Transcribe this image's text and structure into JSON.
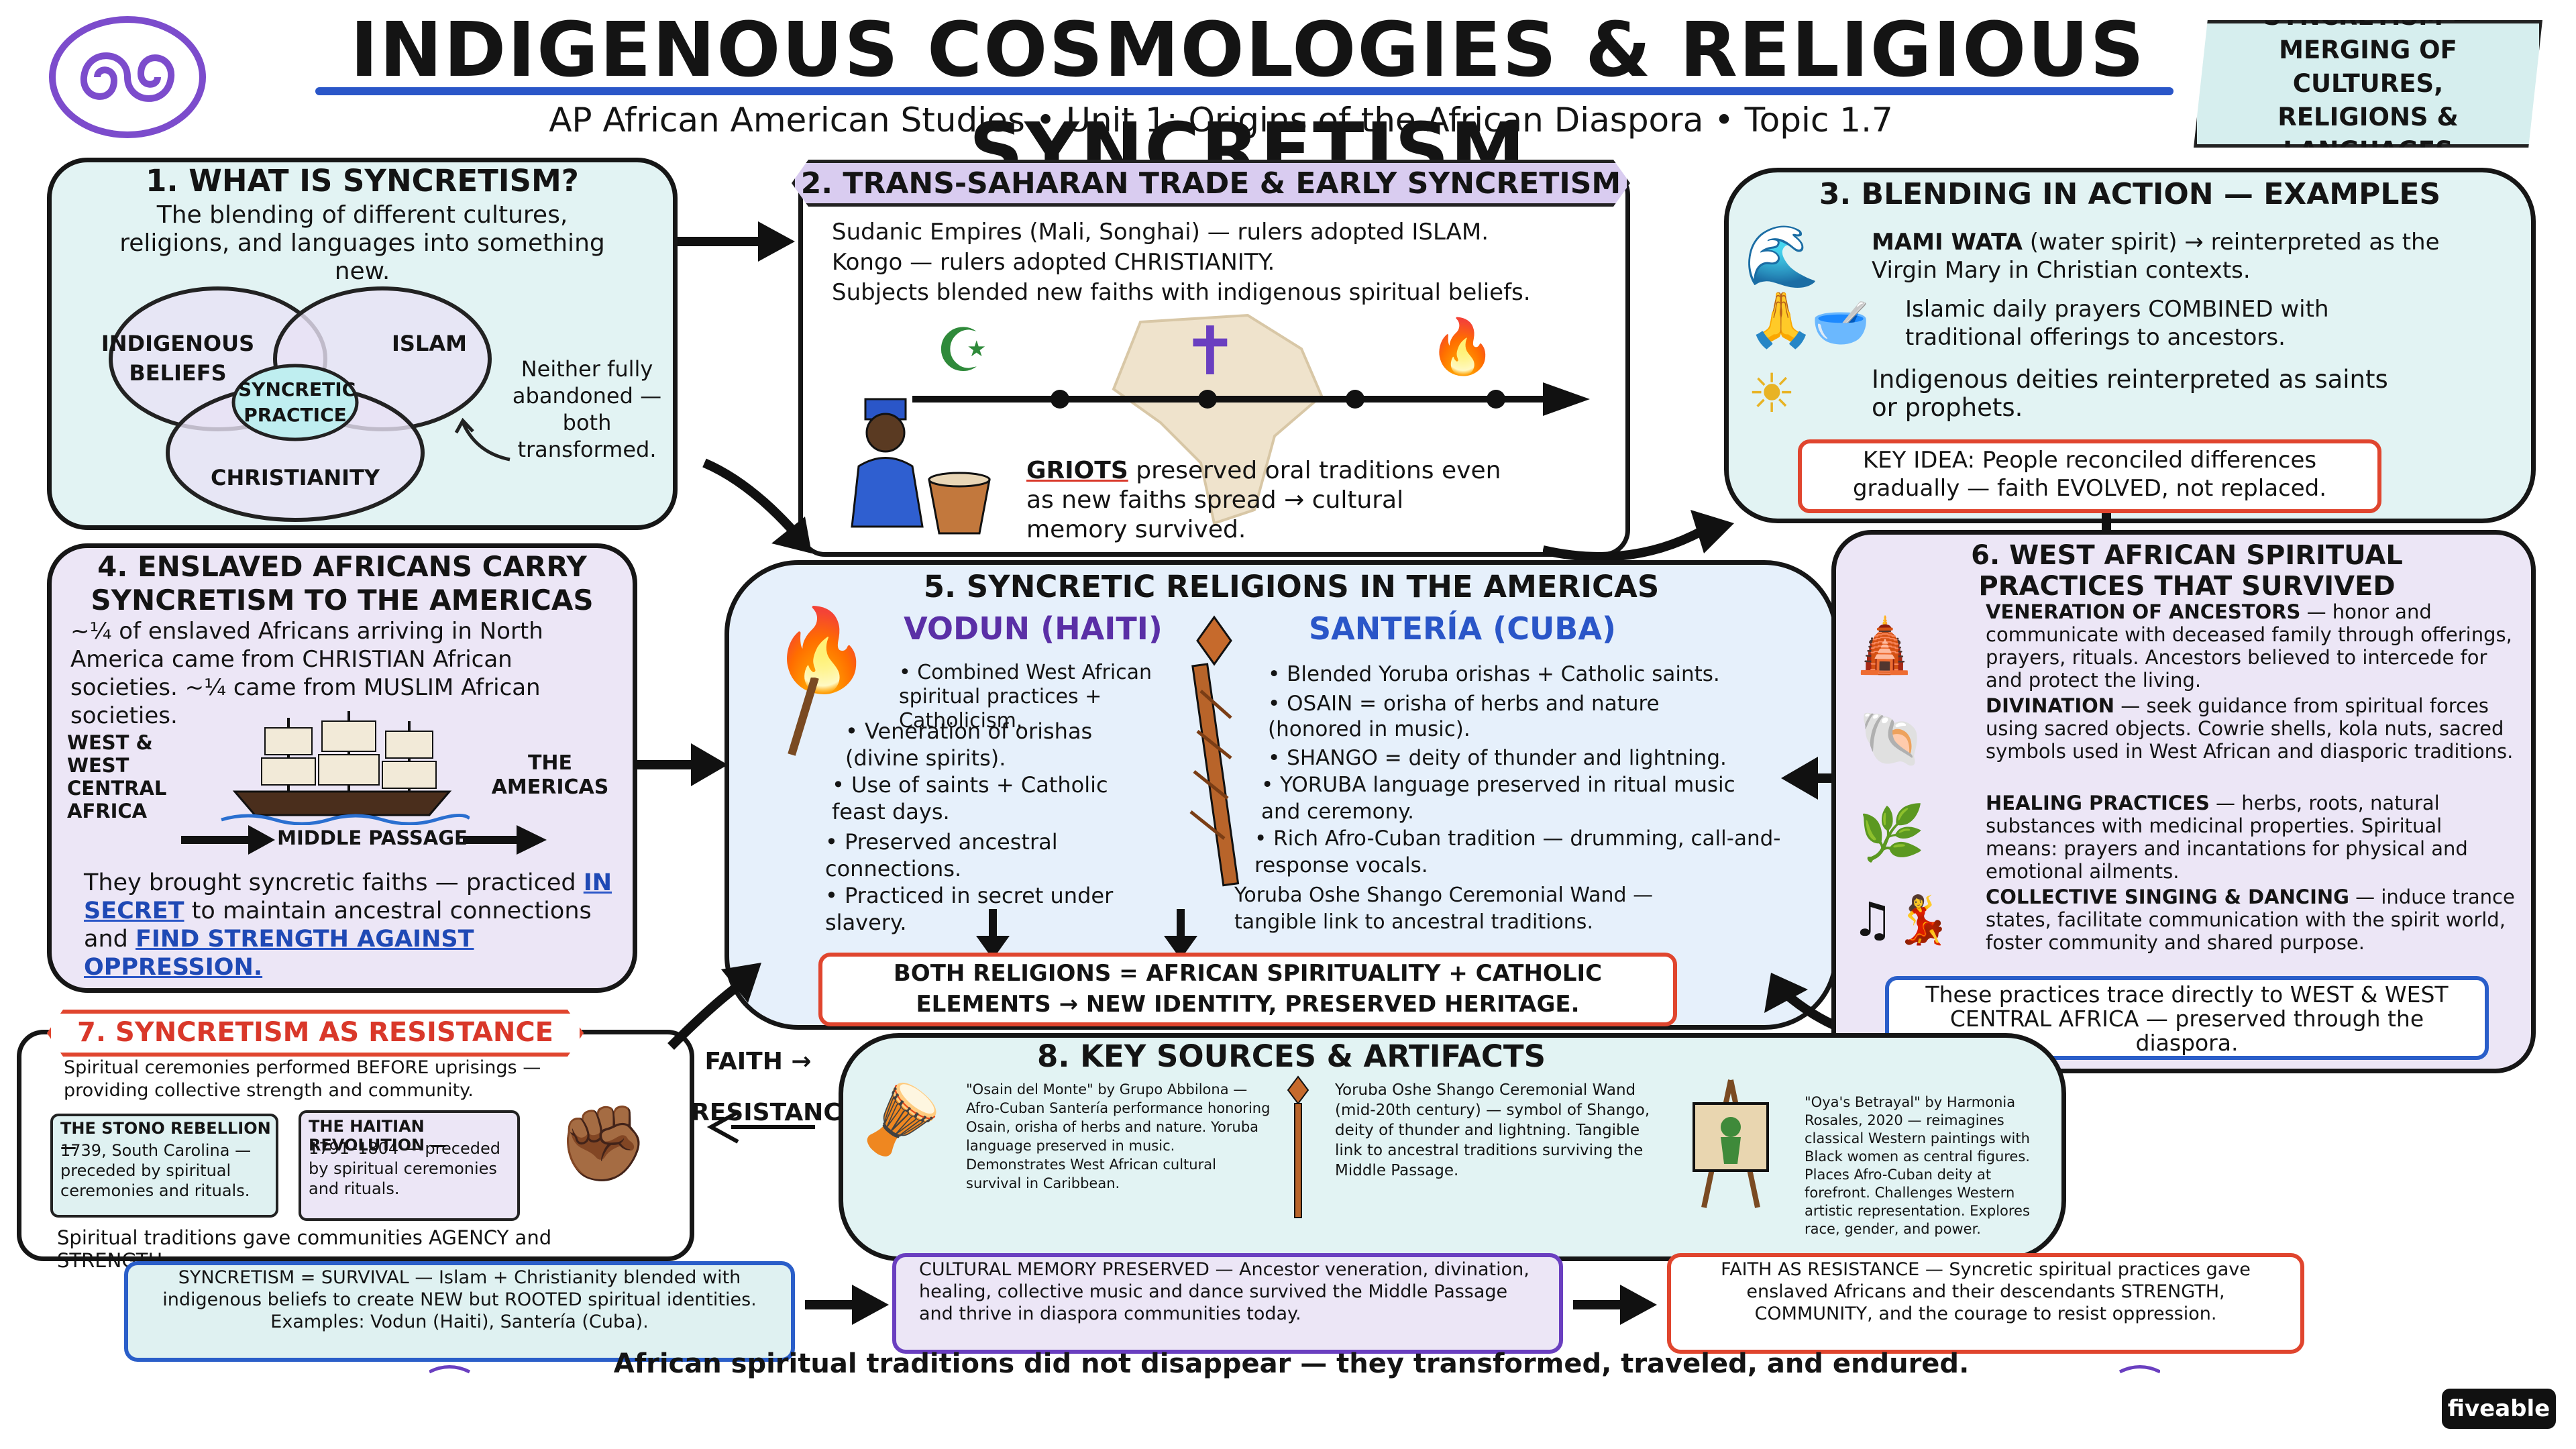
{
  "header": {
    "title": "INDIGENOUS COSMOLOGIES & RELIGIOUS SYNCRETISM",
    "subtitle": "AP African American Studies • Unit 1: Origins of the African Diaspora • Topic 1.7",
    "definition_note": "SYNCRETISM = MERGING OF CULTURES, RELIGIONS & LANGUAGES"
  },
  "s1": {
    "title": "1. WHAT IS SYNCRETISM?",
    "body": "The blending of different cultures, religions, and languages into something new.",
    "venn": {
      "a": "INDIGENOUS BELIEFS",
      "b": "ISLAM",
      "c": "CHRISTIANITY",
      "center": "SYNCRETIC PRACTICE"
    },
    "note": "Neither fully abandoned — both transformed."
  },
  "s2": {
    "title": "2. TRANS-SAHARAN TRADE & EARLY SYNCRETISM",
    "line1": "Sudanic Empires (Mali, Songhai) — rulers adopted ISLAM.",
    "line2": "Kongo — rulers adopted CHRISTIANITY.",
    "line3": "Subjects blended new faiths with indigenous spiritual beliefs.",
    "griots_word": "GRIOTS",
    "griots_text": "preserved oral traditions even as new faiths spread → cultural memory survived."
  },
  "s3": {
    "title": "3. BLENDING IN ACTION — EXAMPLES",
    "ex1_bold": "MAMI WATA",
    "ex1_rest": "(water spirit) → reinterpreted as the Virgin Mary in Christian contexts.",
    "ex2": "Islamic daily prayers COMBINED with traditional offerings to ancestors.",
    "ex3": "Indigenous deities reinterpreted as saints or prophets.",
    "key_idea": "KEY IDEA: People reconciled differences gradually — faith EVOLVED, not replaced."
  },
  "s4": {
    "title": "4. ENSLAVED AFRICANS CARRY SYNCRETISM TO THE AMERICAS",
    "body": "~¼ of enslaved Africans arriving in North America came from CHRISTIAN African societies. ~¼ came from MUSLIM African societies.",
    "left_label": "WEST & WEST CENTRAL AFRICA",
    "right_label": "THE AMERICAS",
    "passage": "MIDDLE PASSAGE",
    "bottom_a": "They brought syncretic faiths — practiced",
    "bottom_b": "IN SECRET",
    "bottom_c": "to maintain ancestral connections and",
    "bottom_d": "FIND STRENGTH AGAINST OPPRESSION."
  },
  "s5": {
    "title": "5. SYNCRETIC RELIGIONS IN THE AMERICAS",
    "vodun_title": "VODUN (HAITI)",
    "vodun_items": [
      "• Combined West African spiritual practices + Catholicism.",
      "• Veneration of orishas (divine spirits).",
      "• Use of saints + Catholic feast days.",
      "• Preserved ancestral connections.",
      "• Practiced in secret under slavery."
    ],
    "santeria_title": "SANTERÍA (CUBA)",
    "santeria_items": [
      "• Blended Yoruba orishas + Catholic saints.",
      "• OSAIN = orisha of herbs and nature (honored in music).",
      "• SHANGO = deity of thunder and lightning.",
      "• YORUBA language preserved in ritual music and ceremony.",
      "• Rich Afro-Cuban tradition — drumming, call-and-response vocals."
    ],
    "wand_note": "Yoruba Oshe Shango Ceremonial Wand — tangible link to ancestral traditions.",
    "conclusion": "BOTH RELIGIONS = AFRICAN SPIRITUALITY + CATHOLIC ELEMENTS → NEW IDENTITY, PRESERVED HERITAGE."
  },
  "s6": {
    "title": "6. WEST AFRICAN SPIRITUAL PRACTICES THAT SURVIVED",
    "p1_head": "VENERATION OF ANCESTORS",
    "p1_text": "— honor and communicate with deceased family through offerings, prayers, rituals. Ancestors believed to intercede for and protect the living.",
    "p2_head": "DIVINATION",
    "p2_text": "— seek guidance from spiritual forces using sacred objects. Cowrie shells, kola nuts, sacred symbols used in West African and diasporic traditions.",
    "p3_head": "HEALING PRACTICES",
    "p3_text": "— herbs, roots, natural substances with medicinal properties. Spiritual means: prayers and incantations for physical and emotional ailments.",
    "p4_head": "COLLECTIVE SINGING & DANCING",
    "p4_text": "— induce trance states, facilitate communication with the spirit world, foster community and shared purpose.",
    "footer": "These practices trace directly to WEST & WEST CENTRAL AFRICA — preserved through the diaspora."
  },
  "s7": {
    "title": "7. SYNCRETISM AS RESISTANCE",
    "intro": "Spiritual ceremonies performed BEFORE uprisings — providing collective strength and community.",
    "stono_title": "THE STONO REBELLION —",
    "stono_text": "1739, South Carolina — preceded by spiritual ceremonies and rituals.",
    "haiti_title": "THE HAITIAN REVOLUTION —",
    "haiti_text": "1791–1804 — preceded by spiritual ceremonies and rituals.",
    "footer": "Spiritual traditions gave communities AGENCY and STRENGTH.",
    "faith_label": "FAITH → RESISTANCE"
  },
  "s8": {
    "title": "8. KEY SOURCES & ARTIFACTS",
    "src1": "\"Osain del Monte\" by Grupo Abbilona — Afro-Cuban Santería performance honoring Osain, orisha of herbs and nature. Yoruba language preserved in music. Demonstrates West African cultural survival in Caribbean.",
    "src2": "Yoruba Oshe Shango Ceremonial Wand (mid-20th century) — symbol of Shango, deity of thunder and lightning. Tangible link to ancestral traditions surviving the Middle Passage.",
    "src3": "\"Oya's Betrayal\" by Harmonia Rosales, 2020 — reimagines classical Western paintings with Black women as central figures. Places Afro-Cuban deity at forefront. Challenges Western artistic representation. Explores race, gender, and power."
  },
  "bottom": {
    "b1": "SYNCRETISM = SURVIVAL — Islam + Christianity blended with indigenous beliefs to create NEW but ROOTED spiritual identities. Examples: Vodun (Haiti), Santería (Cuba).",
    "b2": "CULTURAL MEMORY PRESERVED — Ancestor veneration, divination, healing, collective music and dance survived the Middle Passage and thrive in diaspora communities today.",
    "b3": "FAITH AS RESISTANCE — Syncretic spiritual practices gave enslaved Africans and their descendants STRENGTH, COMMUNITY, and the courage to resist oppression.",
    "tagline": "African spiritual traditions did not disappear — they transformed, traveled, and endured."
  },
  "brand": "fiveable",
  "colors": {
    "teal": "#e2f3f3",
    "lavender": "#ece6f6",
    "blue": "#1f49b5",
    "red": "#e0452e",
    "purple": "#6a3fc0"
  }
}
